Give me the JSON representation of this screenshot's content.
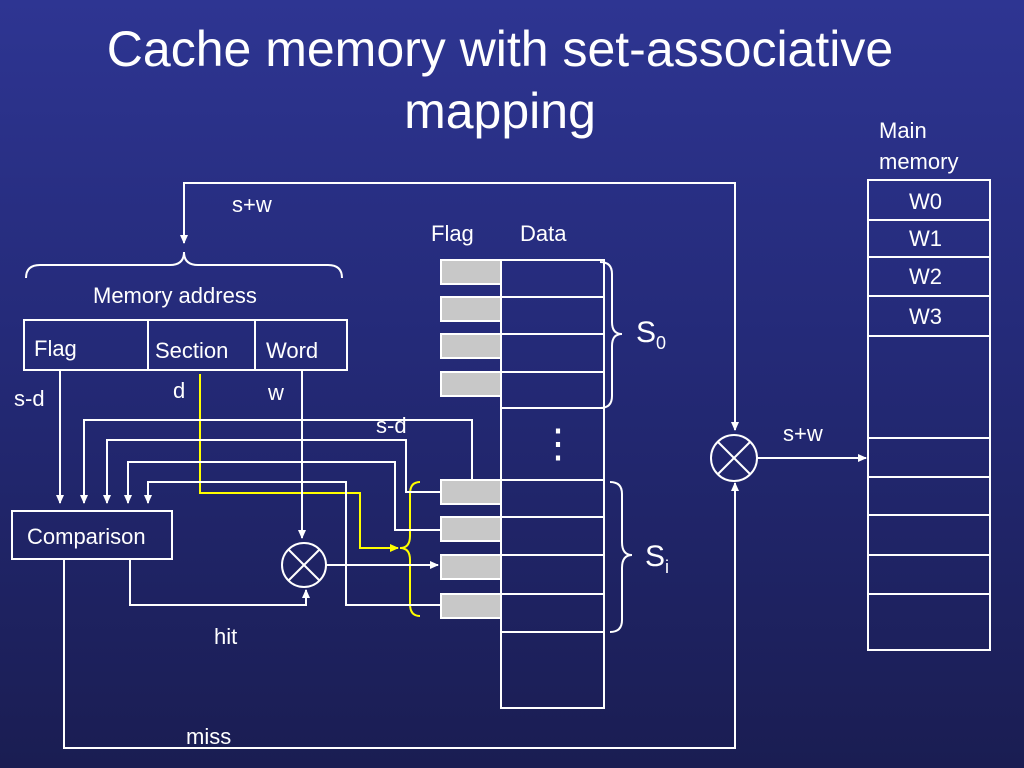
{
  "title_line1": "Cache memory with set-associative",
  "title_line2": "mapping",
  "main_memory": {
    "label_line1": "Main",
    "label_line2": "memory",
    "words": [
      "W0",
      "W1",
      "W2",
      "W3"
    ]
  },
  "memory_address": {
    "label": "Memory address",
    "fields": [
      "Flag",
      "Section",
      "Word"
    ]
  },
  "labels": {
    "s_plus_w_top": "s+w",
    "s_plus_w_right": "s+w",
    "s_minus_d_left": "s-d",
    "s_minus_d_mid": "s-d",
    "d": "d",
    "w": "w",
    "flag_col": "Flag",
    "data_col": "Data",
    "comparison": "Comparison",
    "hit": "hit",
    "miss": "miss",
    "ellipsis": "⋮"
  },
  "sets": {
    "s0_letter": "S",
    "s0_sub": "0",
    "si_letter": "S",
    "si_sub": "i"
  },
  "colors": {
    "line": "#ffffff",
    "highlight": "#ffff00",
    "flag_cell": "#c8c8c8"
  }
}
